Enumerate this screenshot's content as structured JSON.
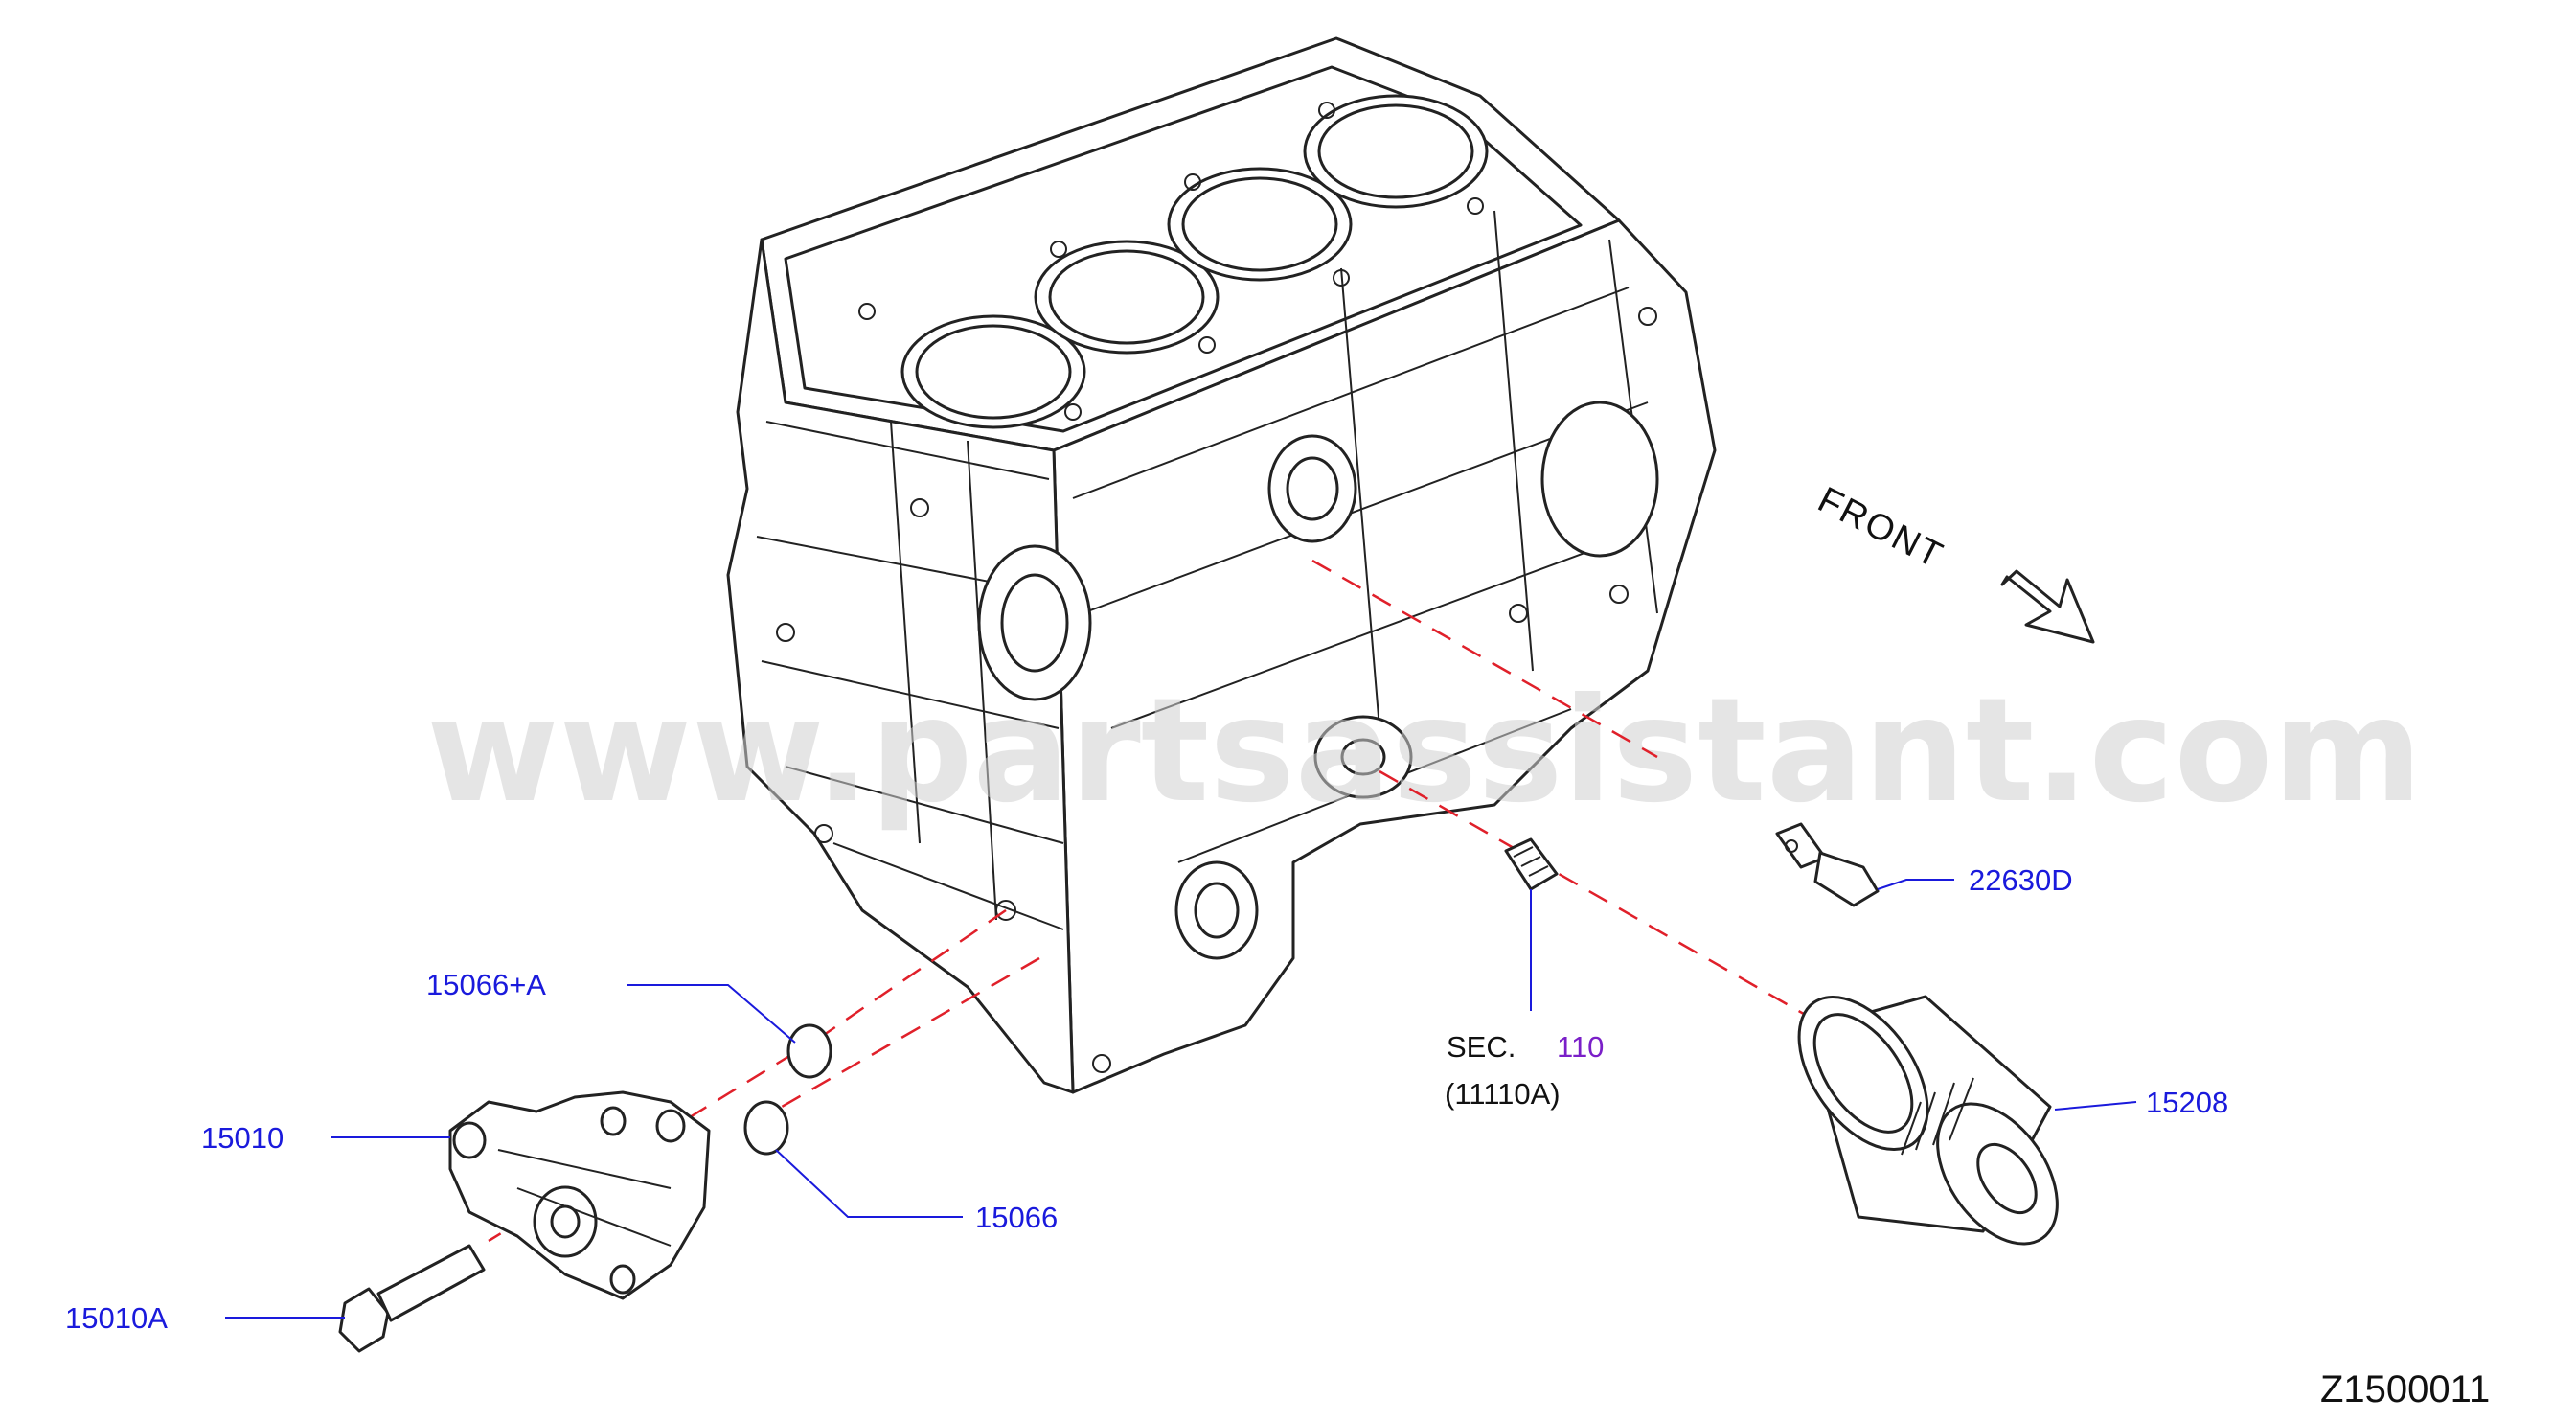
{
  "labels": {
    "p22630D": "22630D",
    "p15066A": "15066+A",
    "p15010": "15010",
    "p15066": "15066",
    "p15010A": "15010A",
    "p15208": "15208",
    "sec_prefix": "SEC.",
    "sec_number": "110",
    "sec_sub": "(11110A)",
    "front": "FRONT",
    "diagram_code": "Z1500011",
    "watermark": "www.partsassistant.com"
  },
  "colors": {
    "part_label": "#1a1adc",
    "section_ref": "#7a1fc8",
    "dashed_guide": "#e0202a",
    "line_art": "#222222"
  },
  "icons": {
    "front": "front-arrow-icon"
  }
}
